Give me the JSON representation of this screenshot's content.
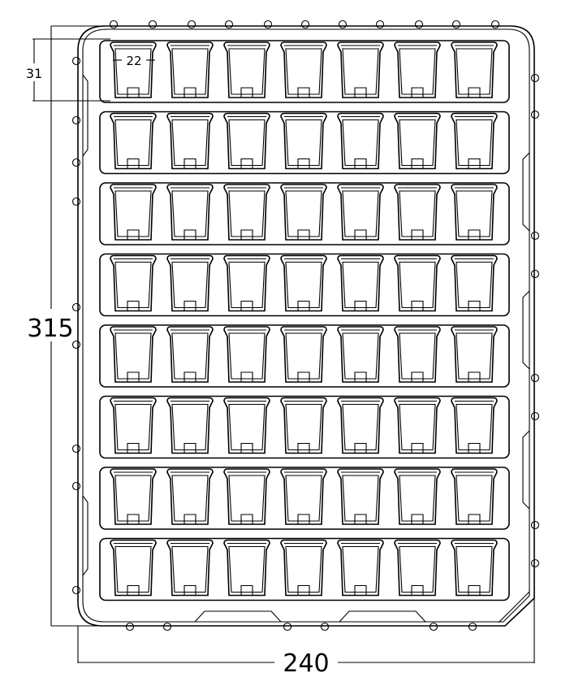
{
  "drawing": {
    "rows": 8,
    "columns": 7,
    "dimensions": {
      "overall_width": "240",
      "overall_height": "315",
      "cavity_pitch_height": "31",
      "cavity_width": "22"
    }
  }
}
